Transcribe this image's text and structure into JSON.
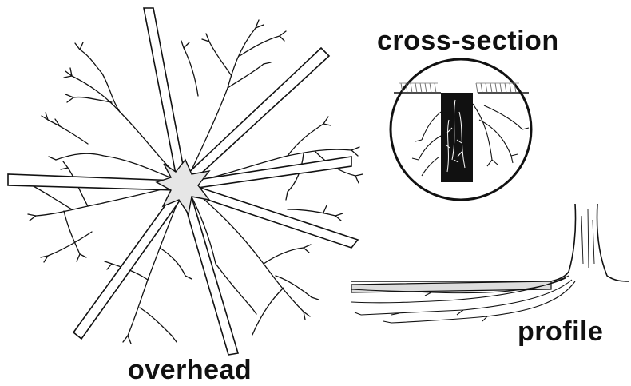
{
  "labels": {
    "cross_section": "cross-section",
    "profile": "profile",
    "overhead": "overhead"
  },
  "colors": {
    "ink": "#111111",
    "trench_fill": "#111111",
    "center_fill": "#e6e6e6",
    "background": "#ffffff"
  }
}
